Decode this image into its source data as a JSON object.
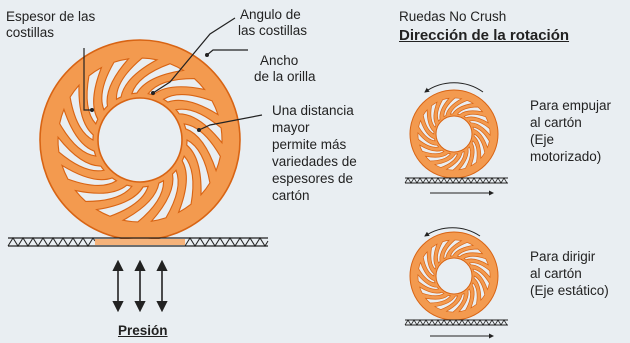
{
  "colors": {
    "wheel_fill": "#f39a4f",
    "wheel_stroke": "#d86414",
    "background": "#e9eef2",
    "lines": "#222222"
  },
  "left": {
    "labels": {
      "rib_thickness": [
        "Espesor de las",
        "costillas"
      ],
      "rib_angle": [
        "Angulo de",
        "las costillas"
      ],
      "rim_width": [
        "Ancho",
        "de la orilla"
      ],
      "distance_note": [
        "Una distancia",
        "mayor",
        "permite más",
        "variedades de",
        "espesores de",
        "cartón"
      ]
    },
    "pressure_label": "Presión"
  },
  "right": {
    "subtitle": "Ruedas No Crush",
    "title": "Dirección de la rotación",
    "top_caption": [
      "Para empujar",
      "al cartón",
      "(Eje",
      "motorizado)"
    ],
    "bottom_caption": [
      "Para dirigir",
      "al cartón",
      "(Eje estático)"
    ]
  }
}
